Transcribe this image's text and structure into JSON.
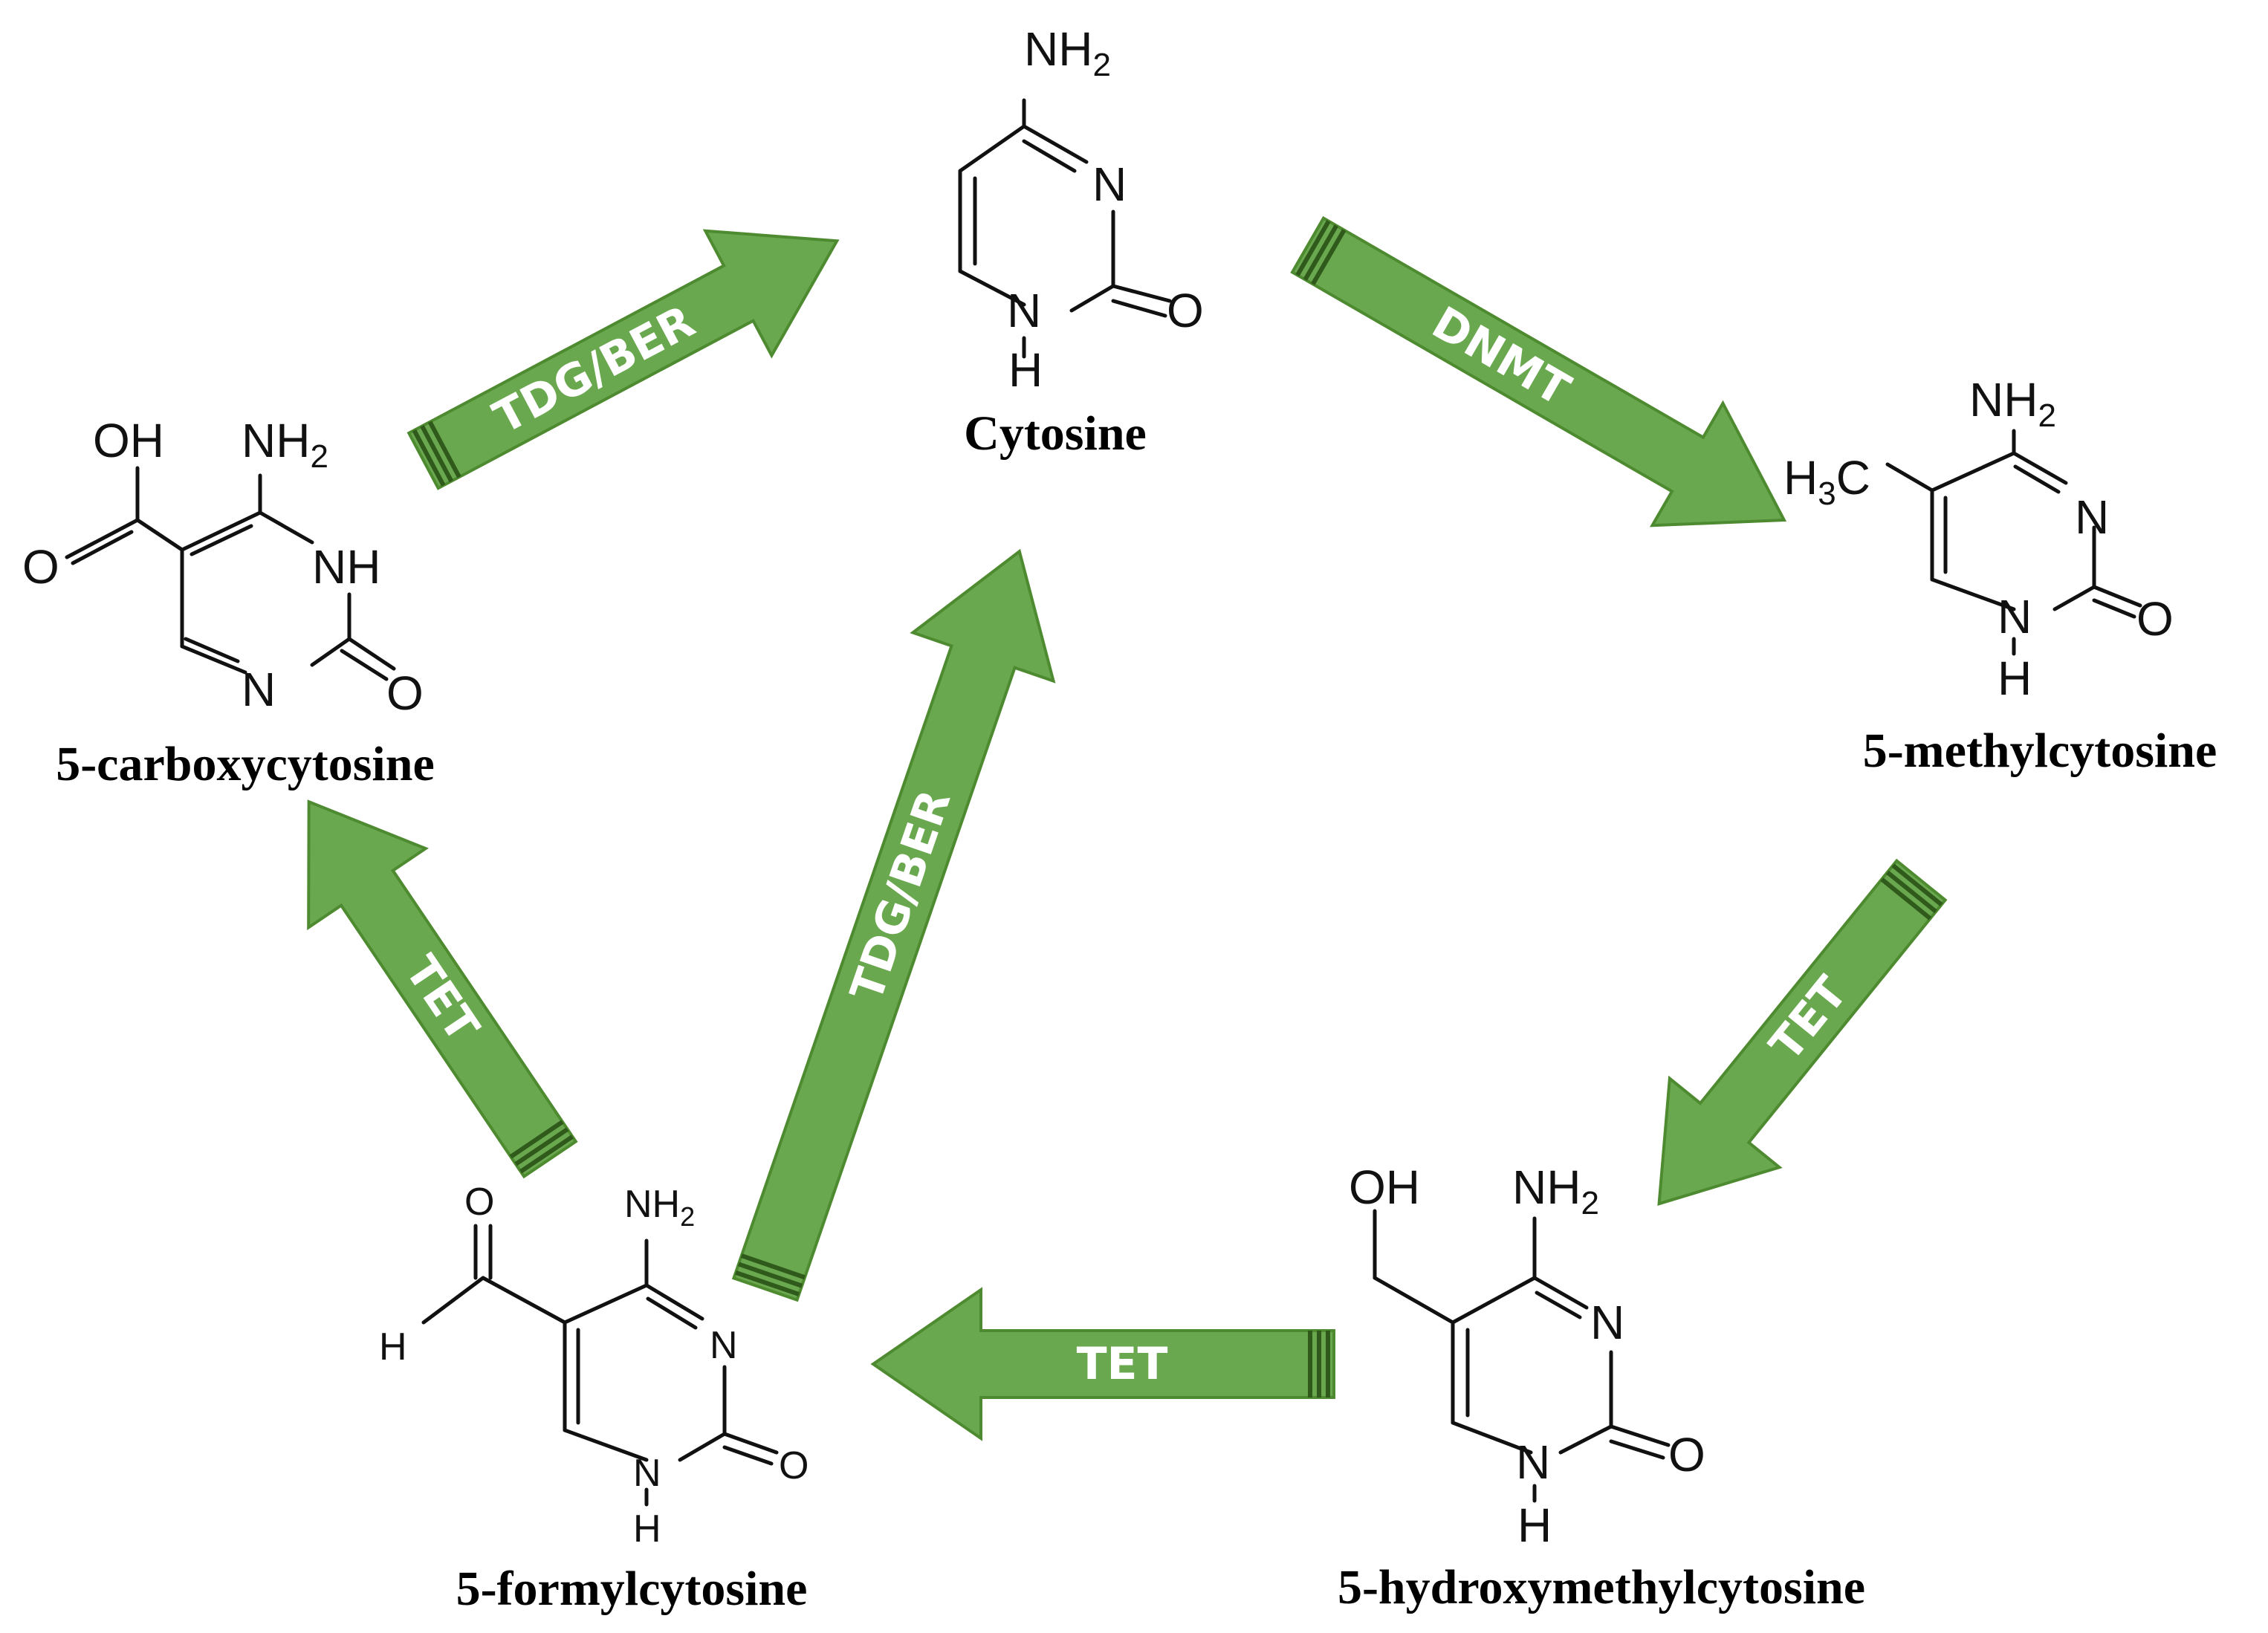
{
  "colors": {
    "arrow_fill": "#6aa84f",
    "arrow_stroke": "#4e8a2f",
    "arrow_stripes": "#2f5a1b",
    "label_text": "#ffffff",
    "structure_ink": "#111111"
  },
  "molecules": {
    "cytosine": {
      "name": "Cytosine",
      "atoms": {
        "amino": "NH",
        "amino_sub": "2",
        "n3": "N",
        "n1": "N",
        "h1": "H",
        "o2": "O"
      }
    },
    "methylcytosine": {
      "name": "5-methylcytosine",
      "atoms": {
        "amino": "NH",
        "amino_sub": "2",
        "methyl_h": "H",
        "methyl_sub": "3",
        "methyl_c": "C",
        "n3": "N",
        "n1": "N",
        "h1": "H",
        "o2": "O"
      }
    },
    "hydroxymethylcytosine": {
      "name": "5-hydroxymethylcytosine",
      "atoms": {
        "oh": "OH",
        "amino": "NH",
        "amino_sub": "2",
        "n3": "N",
        "n1": "N",
        "h1": "H",
        "o2": "O"
      }
    },
    "formylcytosine": {
      "name": "5-formylcytosine",
      "atoms": {
        "o_formyl": "O",
        "h_formyl": "H",
        "amino": "NH",
        "amino_sub": "2",
        "n3": "N",
        "n1": "N",
        "h1": "H",
        "o2": "O"
      }
    },
    "carboxycytosine": {
      "name": "5-carboxycytosine",
      "atoms": {
        "oh": "OH",
        "o_carbonyl": "O",
        "amino": "NH",
        "amino_sub": "2",
        "nh": "NH",
        "n": "N",
        "o2": "O"
      }
    }
  },
  "arrows": [
    {
      "id": "dnmt",
      "label": "DNMT"
    },
    {
      "id": "tet-right",
      "label": "TET"
    },
    {
      "id": "tet-bottom",
      "label": "TET"
    },
    {
      "id": "tet-left",
      "label": "TET"
    },
    {
      "id": "tdg-center",
      "label": "TDG/BER"
    },
    {
      "id": "tdg-top",
      "label": "TDG/BER"
    }
  ]
}
